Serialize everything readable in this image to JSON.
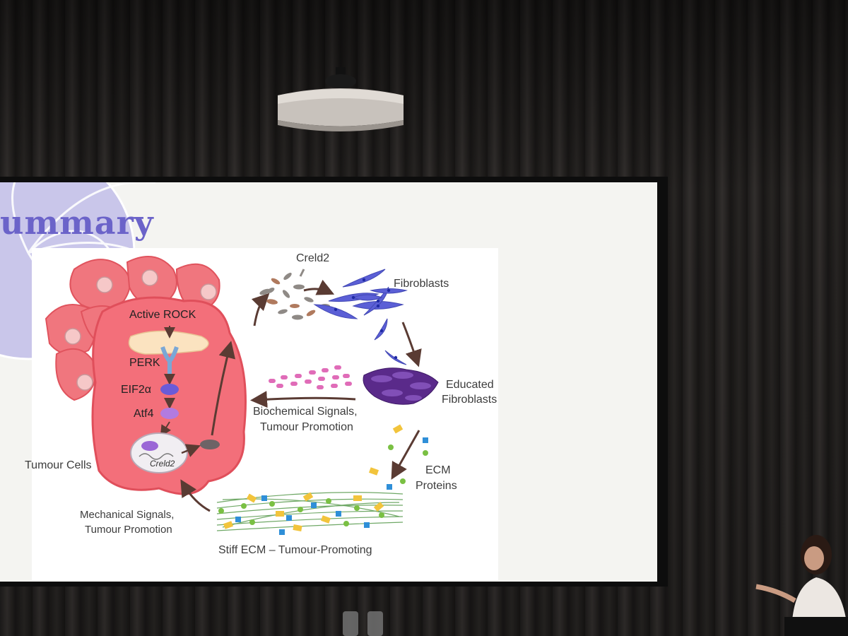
{
  "slide": {
    "title": "ummary",
    "labels": {
      "active_rock": "Active ROCK",
      "perk": "PERK",
      "eif2a": "EIF2α",
      "atf4": "Atf4",
      "creld2_gene": "Creld2",
      "creld2": "Creld2",
      "fibroblasts": "Fibroblasts",
      "educated_line1": "Educated",
      "educated_line2": "Fibroblasts",
      "biochem_line1": "Biochemical Signals,",
      "biochem_line2": "Tumour Promotion",
      "tumour_cells": "Tumour Cells",
      "ecm_line1": "ECM",
      "ecm_line2": "Proteins",
      "mech_line1": "Mechanical Signals,",
      "mech_line2": "Tumour Promotion",
      "stiff_ecm": "Stiff ECM – Tumour-Promoting"
    }
  },
  "colors": {
    "title": "#6b63c9",
    "tumour": "#f0767e",
    "fibroblast": "#5b5fd6",
    "educated": "#5a2a8a",
    "pink_signal": "#e06cb8",
    "ecm_green": "#7ac043",
    "ecm_blue": "#2f8fd8",
    "ecm_yellow": "#f2c43c",
    "arrow": "#5a3b33"
  }
}
